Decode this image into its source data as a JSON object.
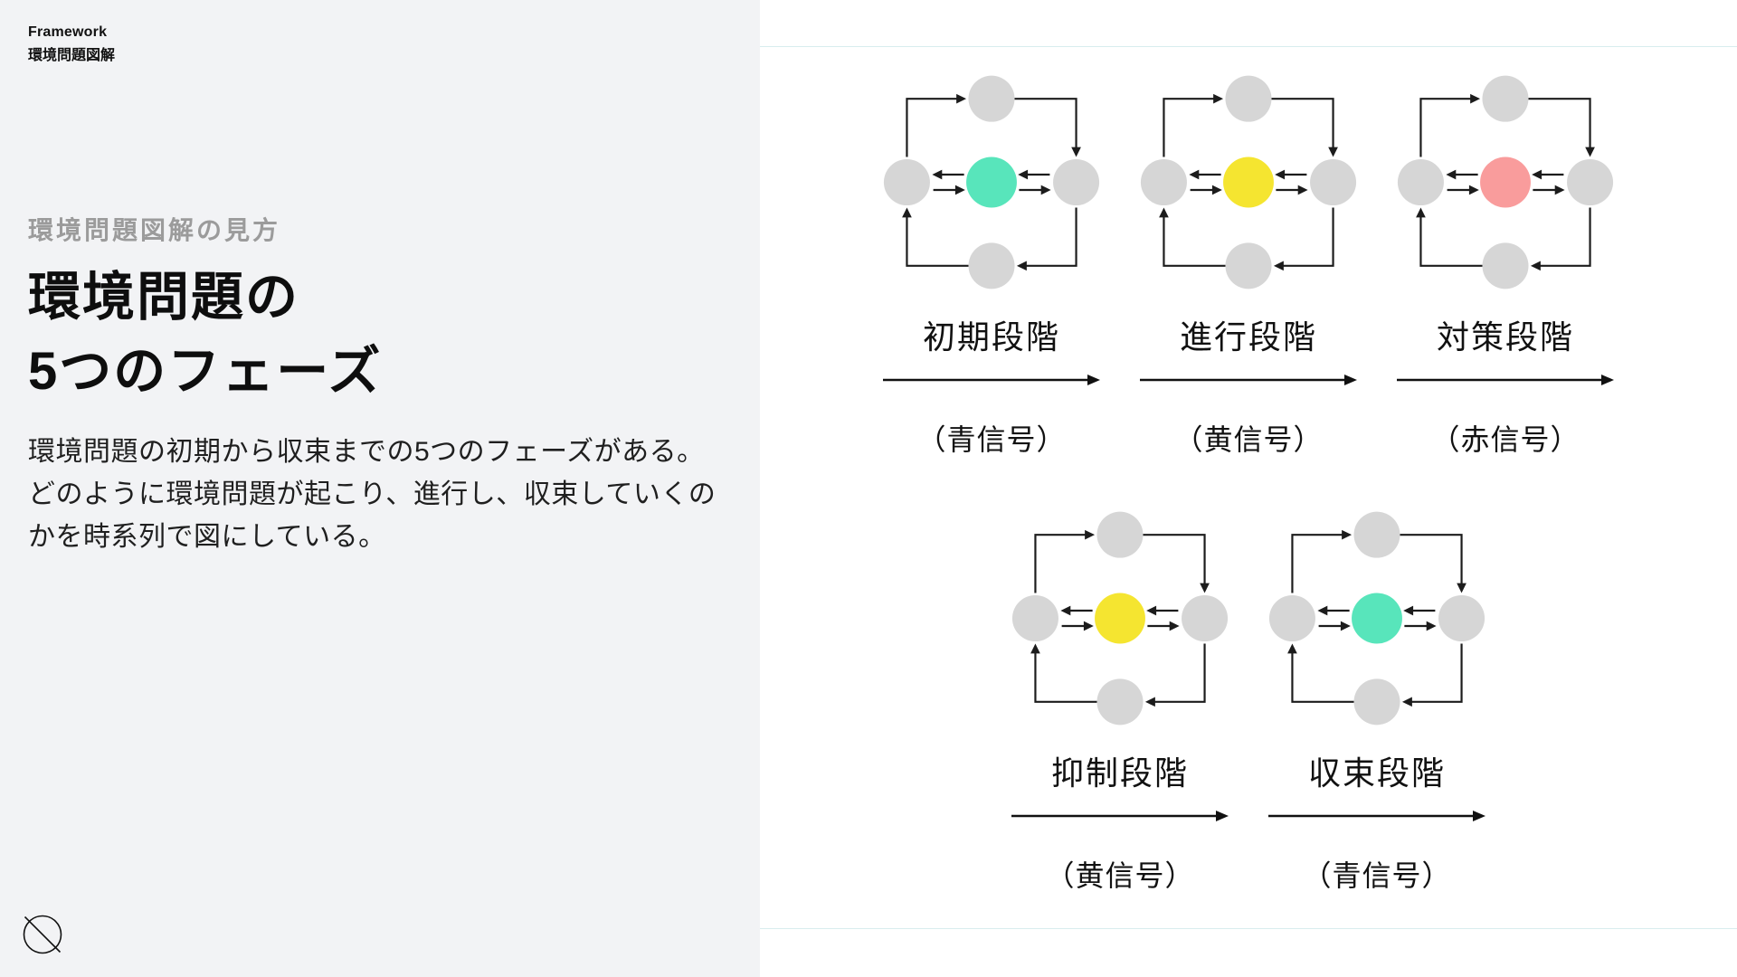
{
  "header": {
    "category": "Framework",
    "project": "環境問題図解"
  },
  "left": {
    "eyebrow": "環境問題図解の見方",
    "title_line1": "環境問題の",
    "title_line2": "5つのフェーズ",
    "body_lines": [
      "環境問題の初期から収束までの5つのフェーズがある。",
      "どのように環境問題が起こり、進行し、収束していくの",
      "かを時系列で図にしている。"
    ]
  },
  "colors": {
    "node_gray": "#d6d6d6",
    "line": "#1c1c1c",
    "signal_green": "#58e5bb",
    "signal_yellow": "#f5e530",
    "signal_red": "#f99c9c",
    "divider": "#d8edee",
    "left_panel_bg": "#f2f3f5"
  },
  "icons": {
    "logo": "circle-diagonal-logo",
    "phase_arrow": "right-arrow",
    "cycle_diagram": "five-node-cycle"
  },
  "phases": [
    {
      "label": "初期段階",
      "signal": "（青信号）",
      "color": "#58e5bb"
    },
    {
      "label": "進行段階",
      "signal": "（黄信号）",
      "color": "#f5e530"
    },
    {
      "label": "対策段階",
      "signal": "（赤信号）",
      "color": "#f99c9c"
    },
    {
      "label": "抑制段階",
      "signal": "（黄信号）",
      "color": "#f5e530"
    },
    {
      "label": "収束段階",
      "signal": "（青信号）",
      "color": "#58e5bb"
    }
  ]
}
